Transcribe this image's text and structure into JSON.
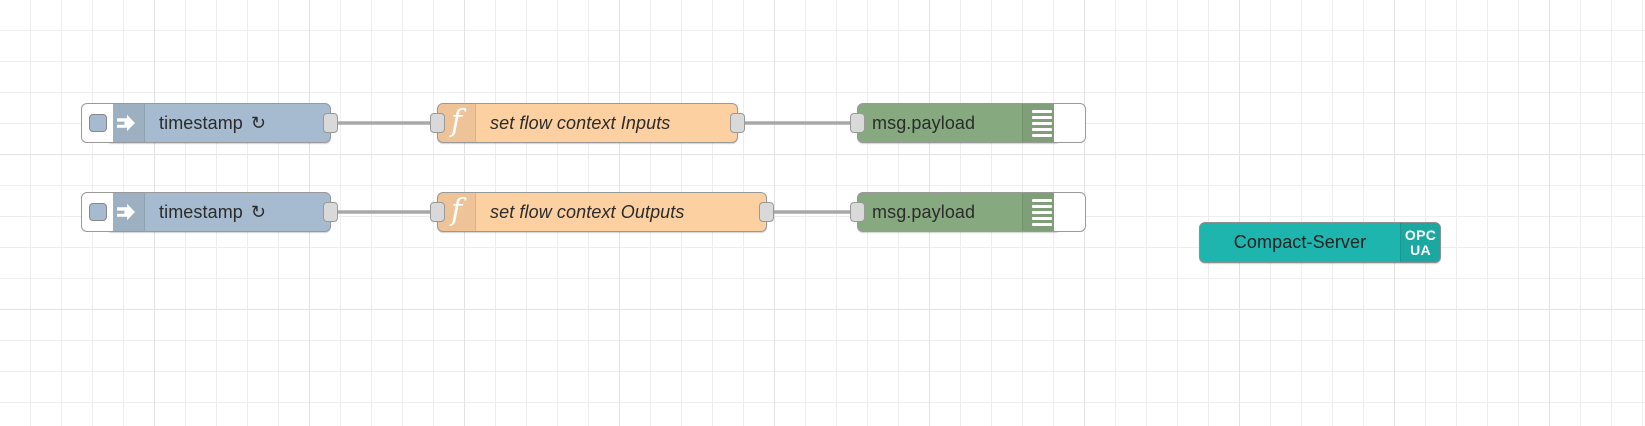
{
  "editor": {
    "name": "node-red-flow-canvas",
    "background_color": "#ffffff",
    "grid_minor_color": "#eeeeee",
    "grid_major_color": "#e3e3e3",
    "wire_color": "#a8a8a8"
  },
  "palette": {
    "inject_color": "#a6bbcf",
    "function_color": "#fdd0a2",
    "debug_color": "#87a980",
    "opcua_color": "#1eb5ae",
    "port_color": "#d9d9d9"
  },
  "nodes": {
    "inject_1": {
      "label": "timestamp",
      "repeat_icon": "↻",
      "icon": "inject-arrow-icon",
      "type": "inject"
    },
    "function_1": {
      "label": "set flow context Inputs",
      "icon": "function-f-icon",
      "glyph": "f",
      "type": "function"
    },
    "debug_1": {
      "label": "msg.payload",
      "icon": "debug-lines-icon",
      "type": "debug"
    },
    "inject_2": {
      "label": "timestamp",
      "repeat_icon": "↻",
      "icon": "inject-arrow-icon",
      "type": "inject"
    },
    "function_2": {
      "label": "set flow context Outputs",
      "icon": "function-f-icon",
      "glyph": "f",
      "type": "function"
    },
    "debug_2": {
      "label": "msg.payload",
      "icon": "debug-lines-icon",
      "type": "debug"
    },
    "opcua_server": {
      "label": "Compact-Server",
      "badge_line1": "OPC",
      "badge_line2": "UA",
      "icon": "opc-ua-icon",
      "type": "opcua-server"
    }
  }
}
